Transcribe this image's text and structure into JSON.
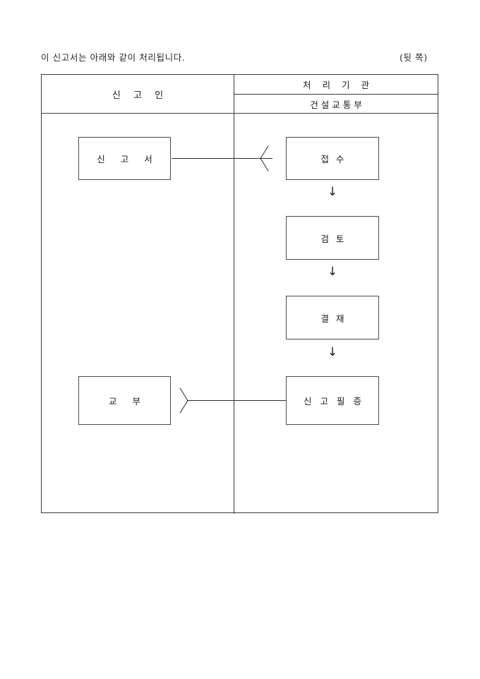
{
  "header": {
    "note": "이 신고서는 아래와 같이 처리됩니다.",
    "page_marker": "(뒷 쪽)"
  },
  "table": {
    "columns": [
      {
        "title": "신   고   인"
      },
      {
        "title": "처 리 기 관",
        "subtitle": "건설교통부"
      }
    ]
  },
  "flow": {
    "applicant_steps": [
      {
        "id": "report-form",
        "label": "신 고 서"
      },
      {
        "id": "issuance",
        "label": "교   부"
      }
    ],
    "agency_steps": [
      {
        "id": "receipt",
        "label": "접      수"
      },
      {
        "id": "review",
        "label": "검      토"
      },
      {
        "id": "approval",
        "label": "결      재"
      },
      {
        "id": "certificate",
        "label": "신 고 필 증"
      }
    ],
    "connectors": {
      "down_arrow_glyph": "↓",
      "receipt_to_review": "↓",
      "review_to_approval": "↓",
      "approval_to_certificate": "↓"
    }
  },
  "colors": {
    "ink": "#1a1a1a",
    "rule": "#3a3a3a",
    "box_border": "#4a4a4a",
    "background": "#ffffff"
  }
}
